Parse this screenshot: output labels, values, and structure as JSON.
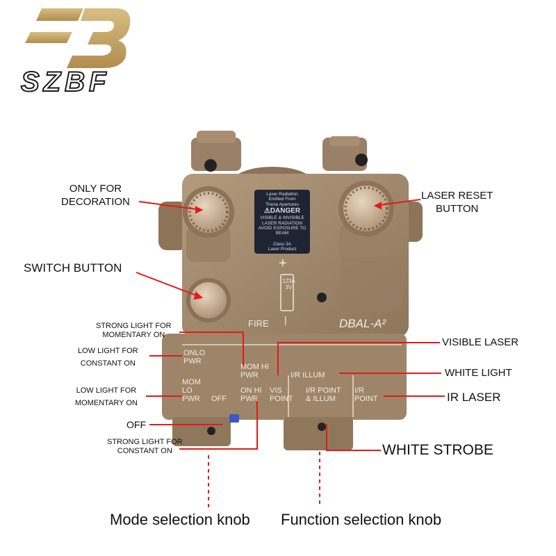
{
  "logo": {
    "text": "SZBF",
    "color": "#c9a96a"
  },
  "device": {
    "color": "#a48a6e",
    "model": "DBAL-A²",
    "fire_label": "FIRE",
    "battery": {
      "plus": "+",
      "minus": "|",
      "line1": "123A",
      "line2": "3V"
    },
    "warning_lines": [
      "Laser Radiation",
      "Emitted From",
      "These Apertures",
      "⚠DANGER",
      "VISIBLE & INVISIBLE",
      "LASER RADIATION",
      "AVOID EXPOSURE TO",
      "BEAM",
      "Class 3A",
      "Laser Product"
    ],
    "mode_engravings": {
      "onlo": "ONLO",
      "onlo_pwr": "PWR",
      "mom_hi": "MOM HI",
      "mom_hi_pwr": "PWR",
      "mom_lo": "MOM",
      "mom_lo2": "LO",
      "mom_lo_pwr": "PWR",
      "off": "OFF",
      "on_hi": "ON HI",
      "on_hi_pwr": "PWR"
    },
    "function_engravings": {
      "vis": "VIS",
      "vis_point": "POINT",
      "ir_illum": "I/R ILLUM",
      "ir_point_illum1": "I/R POINT",
      "ir_point_illum2": "& ILLUM",
      "ir_point1": "I/R",
      "ir_point2": "POINT"
    }
  },
  "annotations": {
    "only_decoration": [
      "ONLY FOR",
      "DECORATION"
    ],
    "laser_reset": [
      "LASER RESET",
      "BUTTON"
    ],
    "switch_button": "SWITCH BUTTON",
    "strong_momentary": [
      "STRONG LIGHT FOR",
      "MOMENTARY ON"
    ],
    "low_constant": [
      "LOW LIGHT FOR",
      "CONSTANT ON"
    ],
    "low_momentary": [
      "LOW LIGHT FOR",
      "MOMENTARY ON"
    ],
    "off": "OFF",
    "strong_constant": [
      "STRONG LIGHT FOR",
      "CONSTANT ON"
    ],
    "visible_laser": "VISIBLE LASER",
    "white_light": "WHITE LIGHT",
    "ir_laser": "IR LASER",
    "white_strobe": "WHITE STROBE",
    "arrow_color": "#e31a1a"
  },
  "captions": {
    "mode_knob": "Mode selection knob",
    "function_knob": "Function selection knob"
  }
}
